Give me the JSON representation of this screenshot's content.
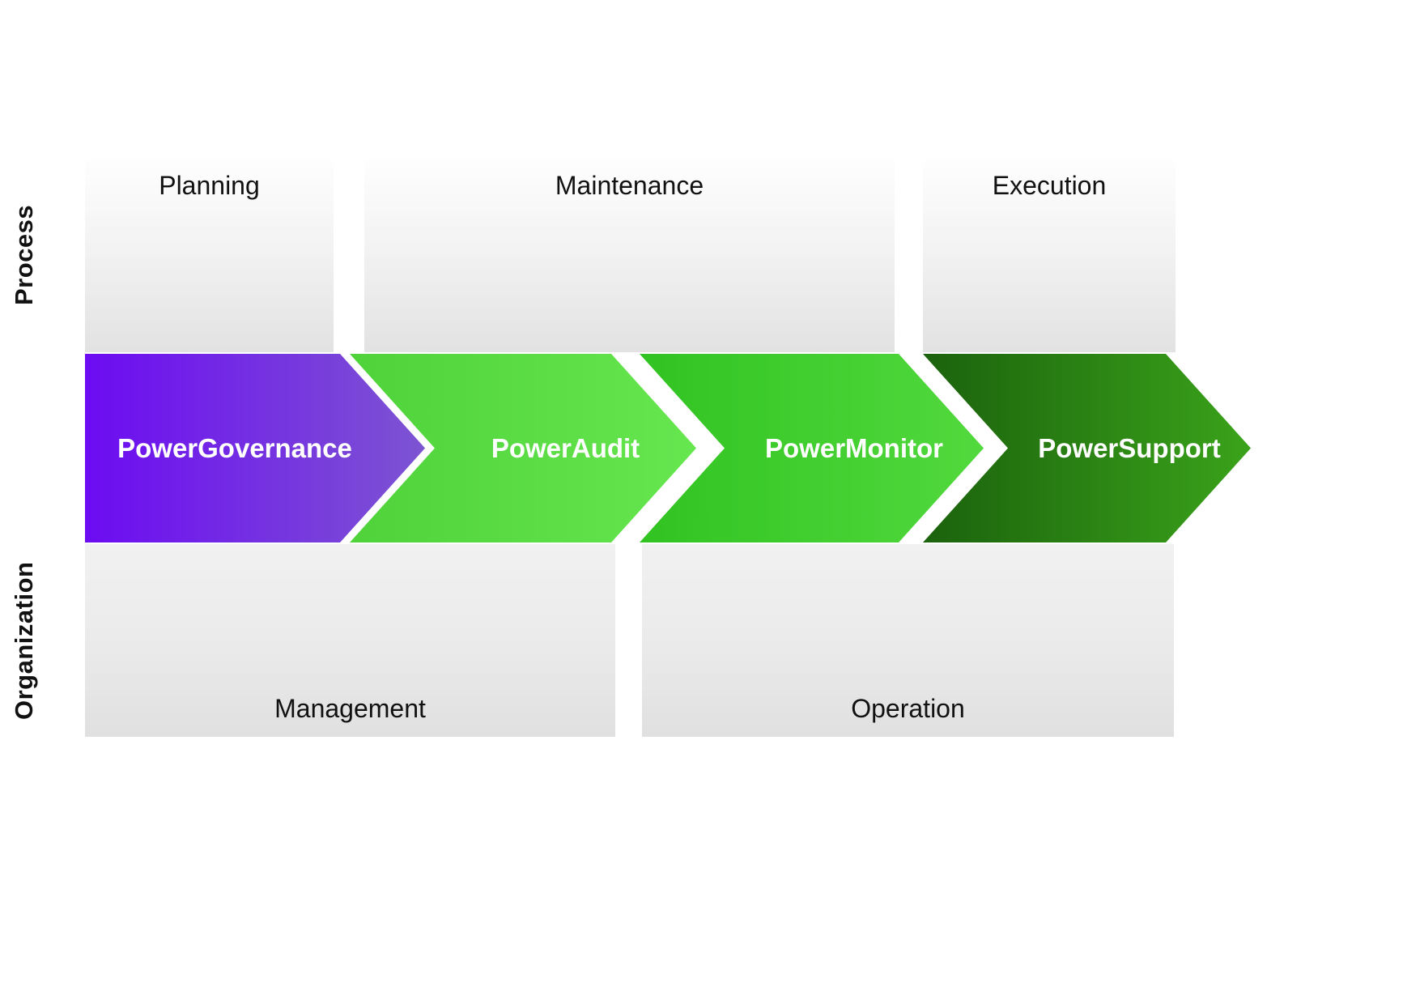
{
  "diagram": {
    "side_labels": {
      "process": "Process",
      "organization": "Organization"
    },
    "process_phases": [
      "Planning",
      "Maintenance",
      "Execution"
    ],
    "organization_groups": [
      "Management",
      "Operation"
    ],
    "arrows": [
      {
        "label": "PowerGovernance",
        "gradient_start": "#6c0bf2",
        "gradient_end": "#7d54d2"
      },
      {
        "label": "PowerAudit",
        "gradient_start": "#4fd23a",
        "gradient_end": "#66e64f"
      },
      {
        "label": "PowerMonitor",
        "gradient_start": "#31c322",
        "gradient_end": "#52d93d"
      },
      {
        "label": "PowerSupport",
        "gradient_start": "#1b620d",
        "gradient_end": "#3aa31a"
      }
    ]
  }
}
